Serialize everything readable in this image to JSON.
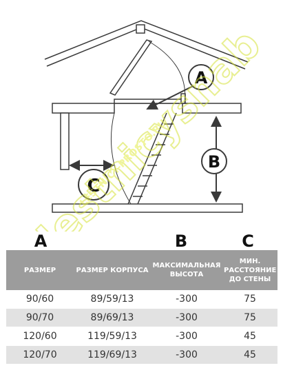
{
  "callouts": {
    "a": "A",
    "b": "B",
    "c": "C"
  },
  "watermark": {
    "main": "lestnicysnab",
    "domain": "LESTNICY-PROSTO.RU"
  },
  "column_letters": [
    "A",
    "B",
    "C"
  ],
  "table": {
    "headers": [
      "РАЗМЕР",
      "РАЗМЕР КОРПУСА",
      "МАКСИМАЛЬНАЯ ВЫСОТА",
      "МИН. РАССТОЯНИЕ ДО СТЕНЫ"
    ],
    "rows": [
      [
        "90/60",
        "89/59/13",
        "-300",
        "75"
      ],
      [
        "90/70",
        "89/69/13",
        "-300",
        "75"
      ],
      [
        "120/60",
        "119/59/13",
        "-300",
        "45"
      ],
      [
        "120/70",
        "119/69/13",
        "-300",
        "45"
      ]
    ]
  },
  "colors": {
    "line": "#3a3a3a",
    "header_bg": "#9c9c9c",
    "stripe": "#e2e2e2",
    "watermark": "#e6ee4a"
  }
}
